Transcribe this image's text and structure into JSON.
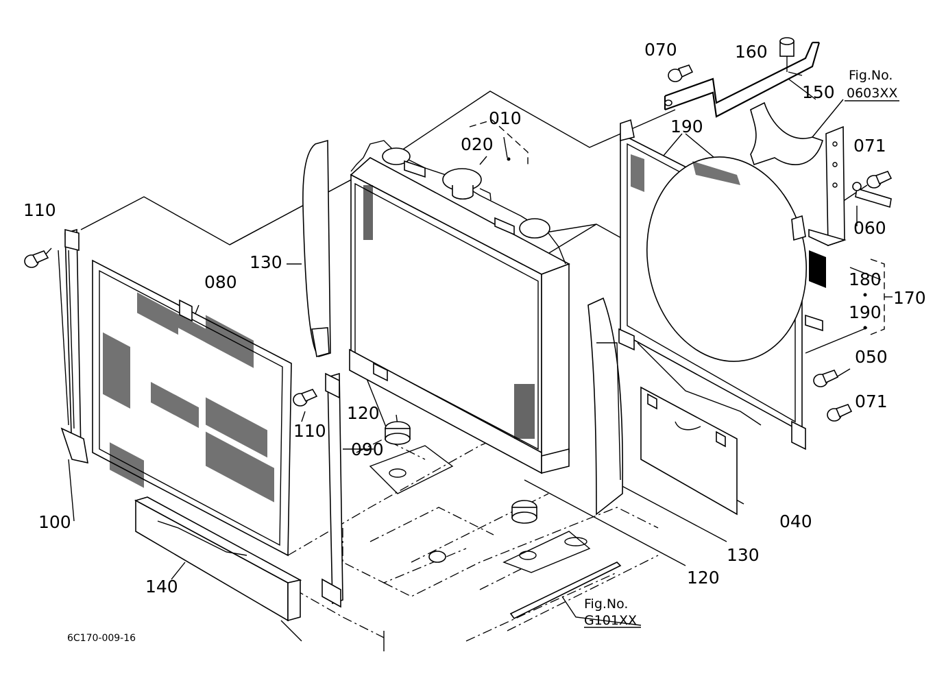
{
  "labels": {
    "p010": "010",
    "p020": "020",
    "p040": "040",
    "p050": "050",
    "p060": "060",
    "p070": "070",
    "p071a": "071",
    "p071b": "071",
    "p080": "080",
    "p090": "090",
    "p100": "100",
    "p110a": "110",
    "p110b": "110",
    "p120a": "120",
    "p120b": "120",
    "p130a": "130",
    "p130b": "130",
    "p140": "140",
    "p150": "150",
    "p160": "160",
    "p170": "170",
    "p180": "180",
    "p190a": "190",
    "p190b": "190"
  },
  "fig_refs": {
    "top_title": "Fig.No.",
    "top_code": "0603XX",
    "bottom_title": "Fig.No.",
    "bottom_code": "G101XX"
  },
  "drawing_code": "6C170-009-16"
}
